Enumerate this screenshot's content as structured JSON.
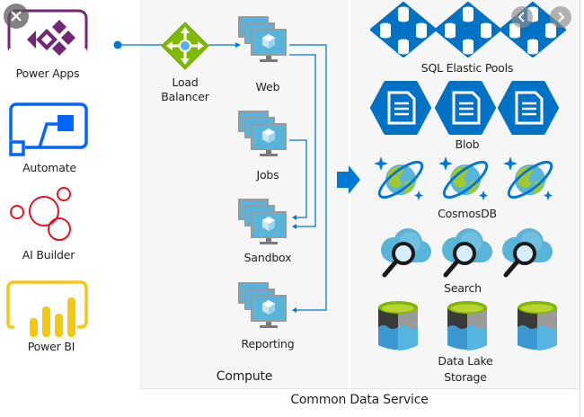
{
  "overlay": {
    "close_icon": "close-icon",
    "prev_icon": "chevron-left-icon",
    "next_icon": "chevron-right-icon"
  },
  "left_apps": [
    {
      "label": "Power Apps",
      "icon": "power-apps-icon",
      "color": "#742774"
    },
    {
      "label": "Automate",
      "icon": "power-automate-icon",
      "color": "#0066ff"
    },
    {
      "label": "AI Builder",
      "icon": "ai-builder-icon",
      "color": "#e81123"
    },
    {
      "label": "Power BI",
      "icon": "power-bi-icon",
      "color": "#f2c811"
    }
  ],
  "compute": {
    "title": "Compute",
    "load_balancer": {
      "label_line1": "Load",
      "label_line2": "Balancer",
      "color": "#7fba00"
    },
    "nodes": [
      {
        "label": "Web"
      },
      {
        "label": "Jobs"
      },
      {
        "label": "Sandbox"
      },
      {
        "label": "Reporting"
      }
    ],
    "connector_color": "#0078d4"
  },
  "common_data_service": {
    "title": "Common Data Service",
    "services": [
      {
        "label": "SQL Elastic Pools",
        "icon": "sql-elastic-pool-icon",
        "count": 3
      },
      {
        "label": "Blob",
        "icon": "blob-storage-icon",
        "count": 3
      },
      {
        "label": "CosmosDB",
        "icon": "cosmosdb-icon",
        "count": 3
      },
      {
        "label": "Search",
        "icon": "search-service-icon",
        "count": 3
      },
      {
        "label_line1": "Data Lake",
        "label_line2": "Storage",
        "icon": "data-lake-storage-icon",
        "count": 3
      }
    ],
    "accent_color": "#0078d4"
  }
}
